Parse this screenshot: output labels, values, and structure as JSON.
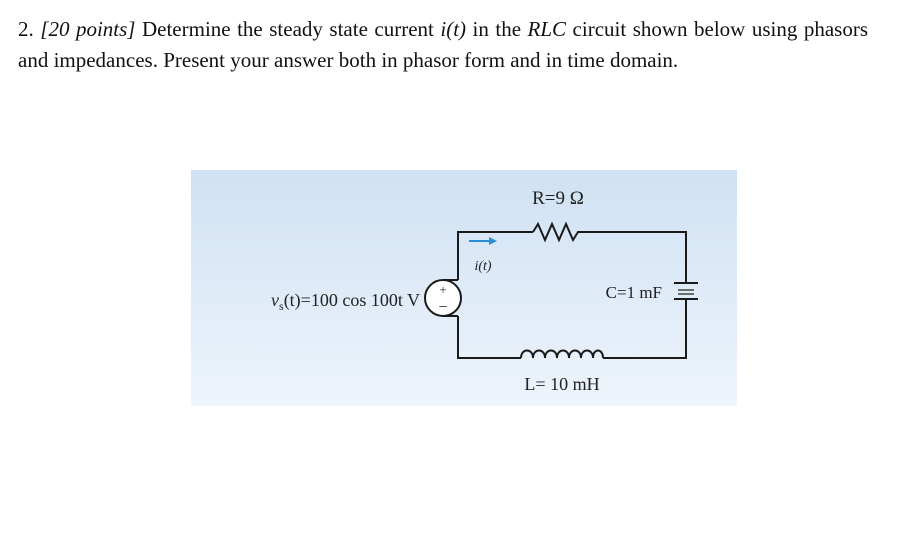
{
  "problem": {
    "number": "2.",
    "points": "[20 points]",
    "text_1": " Determine the steady state current ",
    "current_symbol": "i(t)",
    "text_2": " in the ",
    "circuit_type": "RLC",
    "text_3": " circuit shown below using phasors and impedances. Present your answer both in phasor form and in time domain."
  },
  "circuit": {
    "resistor_label": "R=9 Ω",
    "current_label": "i(t)",
    "capacitor_label": "C=1 mF",
    "inductor_label": "L= 10 mH",
    "source_label": "v",
    "source_subscript": "s",
    "source_expr": "(t)=100 cos 100t  V",
    "source_plus": "+",
    "source_minus": "−",
    "colors": {
      "background_top": "#cfe1f3",
      "background_bottom": "#eef4fb",
      "wire": "#1a1a1a",
      "current_arrow": "#2b8fd8"
    }
  }
}
